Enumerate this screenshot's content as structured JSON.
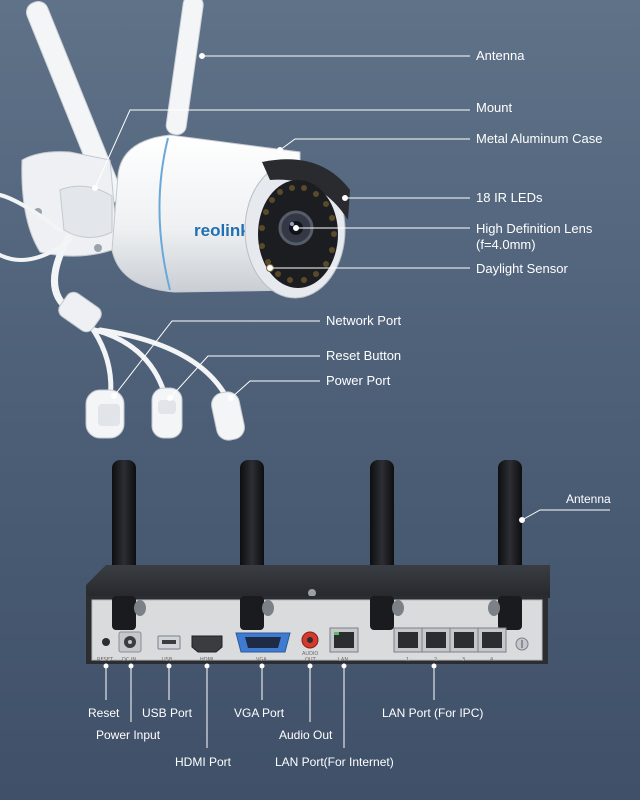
{
  "camera": {
    "brand": "reolink",
    "labels": {
      "antenna": "Antenna",
      "mount": "Mount",
      "case": "Metal Aluminum Case",
      "ir_leds": "18 IR LEDs",
      "lens_line1": "High Definition Lens",
      "lens_line2": "(f=4.0mm)",
      "daylight_sensor": "Daylight Sensor",
      "network_port": "Network Port",
      "reset_button": "Reset Button",
      "power_port": "Power Port"
    }
  },
  "nvr": {
    "labels": {
      "antenna": "Antenna",
      "reset": "Reset",
      "power_input": "Power Input",
      "usb_port": "USB Port",
      "hdmi_port": "HDMI Port",
      "vga_port": "VGA Port",
      "audio_out": "Audio Out",
      "lan_internet": "LAN Port(For Internet)",
      "lan_ipc": "LAN Port (For IPC)"
    },
    "panel_text": {
      "reset": "RESET",
      "dcin": "DC IN",
      "usb": "USB",
      "hdmi": "HDMI",
      "vga": "VGA",
      "audio1": "AUDIO",
      "audio2": "OUT",
      "lan": "LAN",
      "p1": "1",
      "p2": "2",
      "p3": "3",
      "p4": "4"
    }
  },
  "colors": {
    "background_top": "#5f7288",
    "background_bottom": "#3f5068",
    "camera_body": "#f2f4f6",
    "nvr_panel": "#d9dbdd",
    "nvr_body": "#2b2d31",
    "antenna_black": "#1a1b1e",
    "accent_red": "#c0392b"
  }
}
